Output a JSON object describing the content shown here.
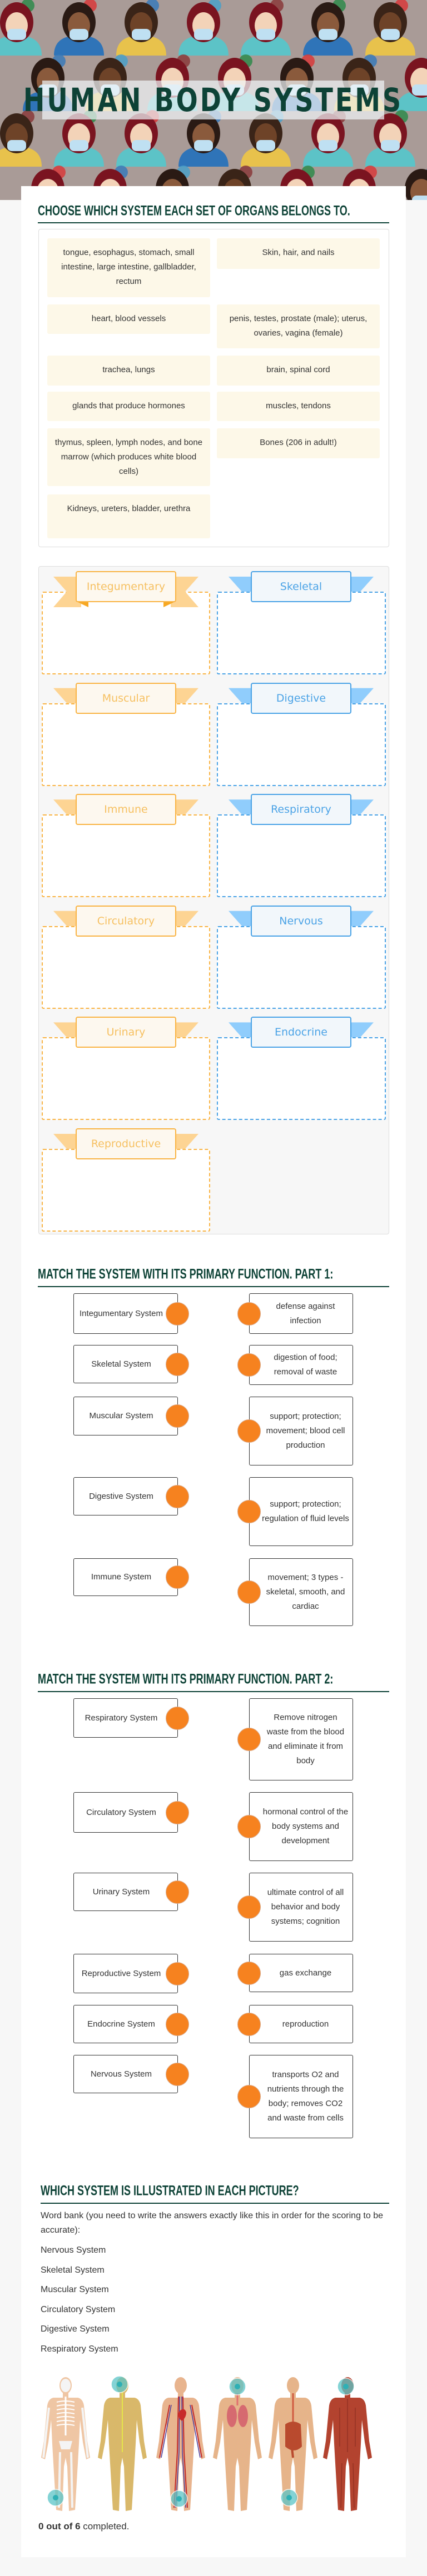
{
  "header": {
    "title": "HUMAN BODY SYSTEMS",
    "background": "people-wearing-masks-pattern"
  },
  "organs": {
    "title": "CHOOSE WHICH SYSTEM EACH SET OF ORGANS BELONGS TO.",
    "items": [
      "tongue, esophagus, stomach, small intestine, large intestine, gallbladder, rectum",
      "Skin, hair, and nails",
      "heart, blood vessels",
      "penis, testes, prostate (male); uterus, ovaries, vagina (female)",
      "trachea, lungs",
      "brain, spinal cord",
      "glands that produce hormones",
      "muscles, tendons",
      "thymus, spleen, lymph nodes, and bone marrow (which produces white blood cells)",
      "Bones (206 in adult!)",
      "Kidneys, ureters, bladder, urethra"
    ]
  },
  "categories": [
    {
      "label": "Integumentary",
      "color": "orange"
    },
    {
      "label": "Skeletal",
      "color": "blue"
    },
    {
      "label": "Muscular",
      "color": "orange"
    },
    {
      "label": "Digestive",
      "color": "blue"
    },
    {
      "label": "Immune",
      "color": "orange"
    },
    {
      "label": "Respiratory",
      "color": "blue"
    },
    {
      "label": "Circulatory",
      "color": "orange"
    },
    {
      "label": "Nervous",
      "color": "blue"
    },
    {
      "label": "Urinary",
      "color": "orange"
    },
    {
      "label": "Endocrine",
      "color": "blue"
    },
    {
      "label": "Reproductive",
      "color": "orange"
    }
  ],
  "match1": {
    "title": "MATCH THE SYSTEM WITH ITS PRIMARY FUNCTION.  PART 1:",
    "left": [
      "Integumentary System",
      "Skeletal System",
      "Muscular System",
      "Digestive System",
      "Immune System"
    ],
    "right": [
      "defense against infection",
      "digestion of food; removal of waste",
      "support; protection; movement; blood cell production",
      "support; protection; regulation of fluid levels",
      "movement; 3 types - skeletal, smooth, and cardiac"
    ]
  },
  "match2": {
    "title": "MATCH THE SYSTEM WITH ITS PRIMARY FUNCTION.  PART 2:",
    "left": [
      "Respiratory System",
      "Circulatory System",
      "Urinary System",
      "Reproductive System",
      "Endocrine System",
      "Nervous System"
    ],
    "right": [
      "Remove nitrogen waste from the blood and eliminate it from body",
      "hormonal control of the body systems and development",
      "ultimate control of all behavior and body systems; cognition",
      "gas exchange",
      "reproduction",
      "transports O2 and nutrients through the body; removes CO2 and waste from cells"
    ]
  },
  "pictures": {
    "title": "WHICH SYSTEM IS ILLUSTRATED IN EACH PICTURE?",
    "instructions": "Word bank (you need to write the answers exactly like this in order for the scoring to be accurate):",
    "word_bank": [
      "Nervous System",
      "Skeletal System",
      "Muscular System",
      "Circulatory System",
      "Digestive System",
      "Respiratory System"
    ],
    "figures": [
      "skeletal",
      "nervous",
      "circulatory",
      "respiratory",
      "digestive",
      "muscular"
    ]
  },
  "progress": {
    "count": "0 out of 6",
    "suffix": " completed.",
    "done": 0,
    "total": 6
  },
  "colors": {
    "title": "#0d4236",
    "orange": "#f9b445",
    "blue": "#4ba3e6",
    "dot": "#f6821f",
    "hotspot": "#5cc5c8",
    "organ_bg": "#fdf8e8"
  }
}
